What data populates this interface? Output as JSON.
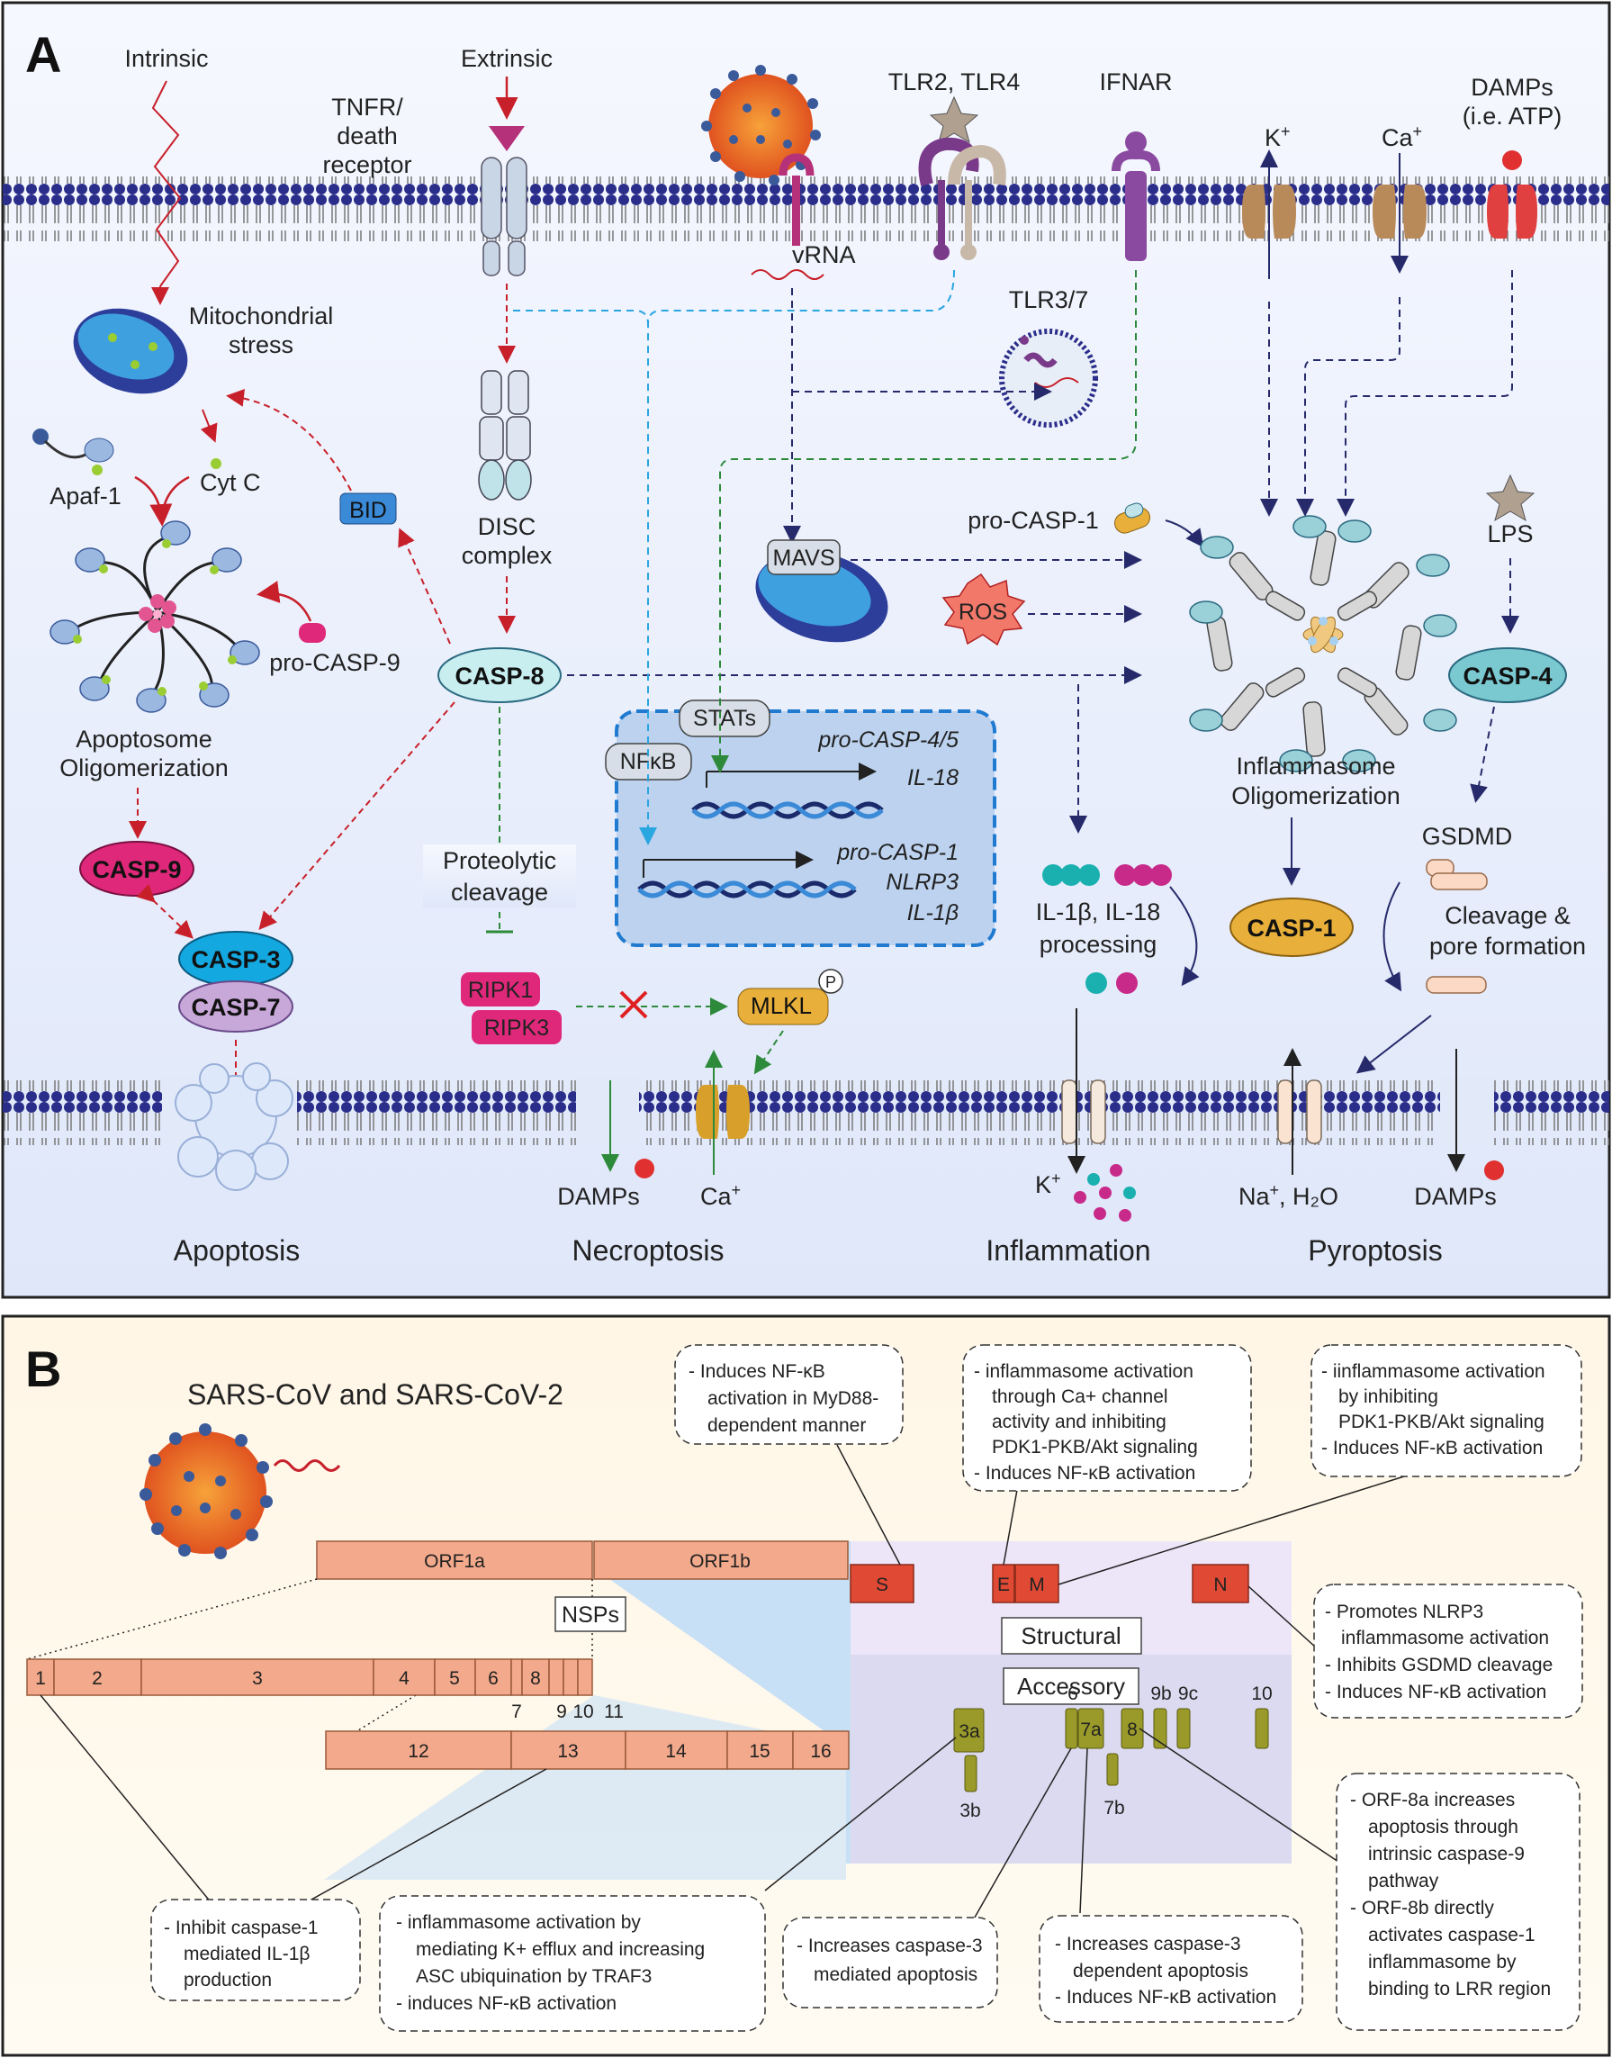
{
  "panel_a": {
    "letter": "A",
    "inputs": {
      "intrinsic": "Intrinsic",
      "extrinsic": "Extrinsic",
      "tnfr": [
        "TNFR/",
        "death",
        "receptor"
      ],
      "tlr24": "TLR2, TLR4",
      "ifnar": "IFNAR",
      "k": "K",
      "ca": "Ca",
      "plus": "+",
      "damps_top": [
        "DAMPs",
        "(i.e. ATP)"
      ],
      "vrna": "vRNA",
      "tlr37": "TLR3/7"
    },
    "apoptosis_path": {
      "mito": [
        "Mitochondrial",
        "stress"
      ],
      "apaf": "Apaf-1",
      "cytc": "Cyt C",
      "bid": "BID",
      "pro_casp9": "pro-CASP-9",
      "apoptosome": [
        "Apoptosome",
        "Oligomerization"
      ],
      "casp9": "CASP-9",
      "casp3": "CASP-3",
      "casp7": "CASP-7"
    },
    "center": {
      "disc": [
        "DISC",
        "complex"
      ],
      "casp8": "CASP-8",
      "proteolytic": [
        "Proteolytic",
        "cleavage"
      ],
      "ripk1": "RIPK1",
      "ripk3": "RIPK3",
      "mlkl": "MLKL",
      "p": "P",
      "stats": "STATs",
      "nfkb": "NFκB",
      "genes1": [
        "pro-CASP-4/5",
        "IL-18"
      ],
      "genes2": [
        "pro-CASP-1",
        "NLRP3",
        "IL-1β"
      ]
    },
    "inflammasome": {
      "mavs": "MAVS",
      "ros": "ROS",
      "pro_casp1": "pro-CASP-1",
      "lps": "LPS",
      "casp4": "CASP-4",
      "oligomerization": [
        "Inflammasome",
        "Oligomerization"
      ],
      "gsdmd": "GSDMD",
      "cleavage": [
        "Cleavage &",
        "pore formation"
      ],
      "il_processing": [
        "IL-1β, IL-18",
        "processing"
      ],
      "casp1": "CASP-1"
    },
    "bottom": {
      "damps": "DAMPs",
      "ca": "Ca",
      "k": "K",
      "na": "Na",
      "h2o": ", H₂O",
      "plus": "+",
      "damps2": "DAMPs"
    },
    "outcomes": [
      "Apoptosis",
      "Necroptosis",
      "Inflammation",
      "Pyroptosis"
    ]
  },
  "panel_b": {
    "letter": "B",
    "title": "SARS-CoV and SARS-CoV-2",
    "orf1a": "ORF1a",
    "orf1b": "ORF1b",
    "nsps": "NSPs",
    "structural": "Structural",
    "accessory": "Accessory",
    "s": "S",
    "e": "E",
    "m": "M",
    "n": "N",
    "nsp_top": [
      "1",
      "2",
      "3",
      "4",
      "5",
      "6",
      "8"
    ],
    "nsp_small": [
      "7",
      "9",
      "10",
      "11"
    ],
    "nsp_bottom": [
      "12",
      "13",
      "14",
      "15",
      "16"
    ],
    "acc": {
      "a3a": "3a",
      "a3b": "3b",
      "a6": "6",
      "a7a": "7a",
      "a7b": "7b",
      "a8": "8",
      "a9b": "9b",
      "a9c": "9c",
      "a10": "10"
    },
    "notes": {
      "s": [
        "- Induces NF-κB",
        "activation in MyD88-",
        "dependent manner"
      ],
      "e": [
        "- inflammasome activation",
        "through Ca+ channel",
        "activity and inhibiting",
        "PDK1-PKB/Akt signaling",
        "- Induces NF-κB activation"
      ],
      "m": [
        "- iinflammasome activation",
        "by inhibiting",
        "PDK1-PKB/Akt signaling",
        "- Induces NF-κB activation"
      ],
      "n": [
        "- Promotes NLRP3",
        "inflammasome activation",
        "- Inhibits GSDMD cleavage",
        "- Induces NF-κB activation"
      ],
      "nsp": [
        "- Inhibit caspase-1",
        "mediated IL-1β",
        "production"
      ],
      "a3a": [
        "- inflammasome activation by",
        "mediating  K+ efflux and increasing",
        "ASC ubiquination by TRAF3",
        "- induces NF-κB activation"
      ],
      "a3b": [
        "- Increases caspase-3",
        "mediated apoptosis"
      ],
      "a7a": [
        "- Increases caspase-3",
        "dependent apoptosis",
        "- Induces NF-κB activation"
      ],
      "a8": [
        "- ORF-8a increases",
        "apoptosis through",
        "intrinsic caspase-9",
        "pathway",
        "- ORF-8b directly",
        "activates caspase-1",
        "inflammasome by",
        "binding to LRR region"
      ]
    }
  },
  "colors": {
    "apoptosis_red": "#c8202a",
    "pathway_navy": "#262a6b",
    "tlr_blue": "#2aa6e0",
    "stat_green": "#2d8a3a",
    "casp_magenta": "#e0287a",
    "orf_salmon": "#f3a98b",
    "structural_red": "#e04a35",
    "accessory_olive": "#9a9a2a"
  }
}
